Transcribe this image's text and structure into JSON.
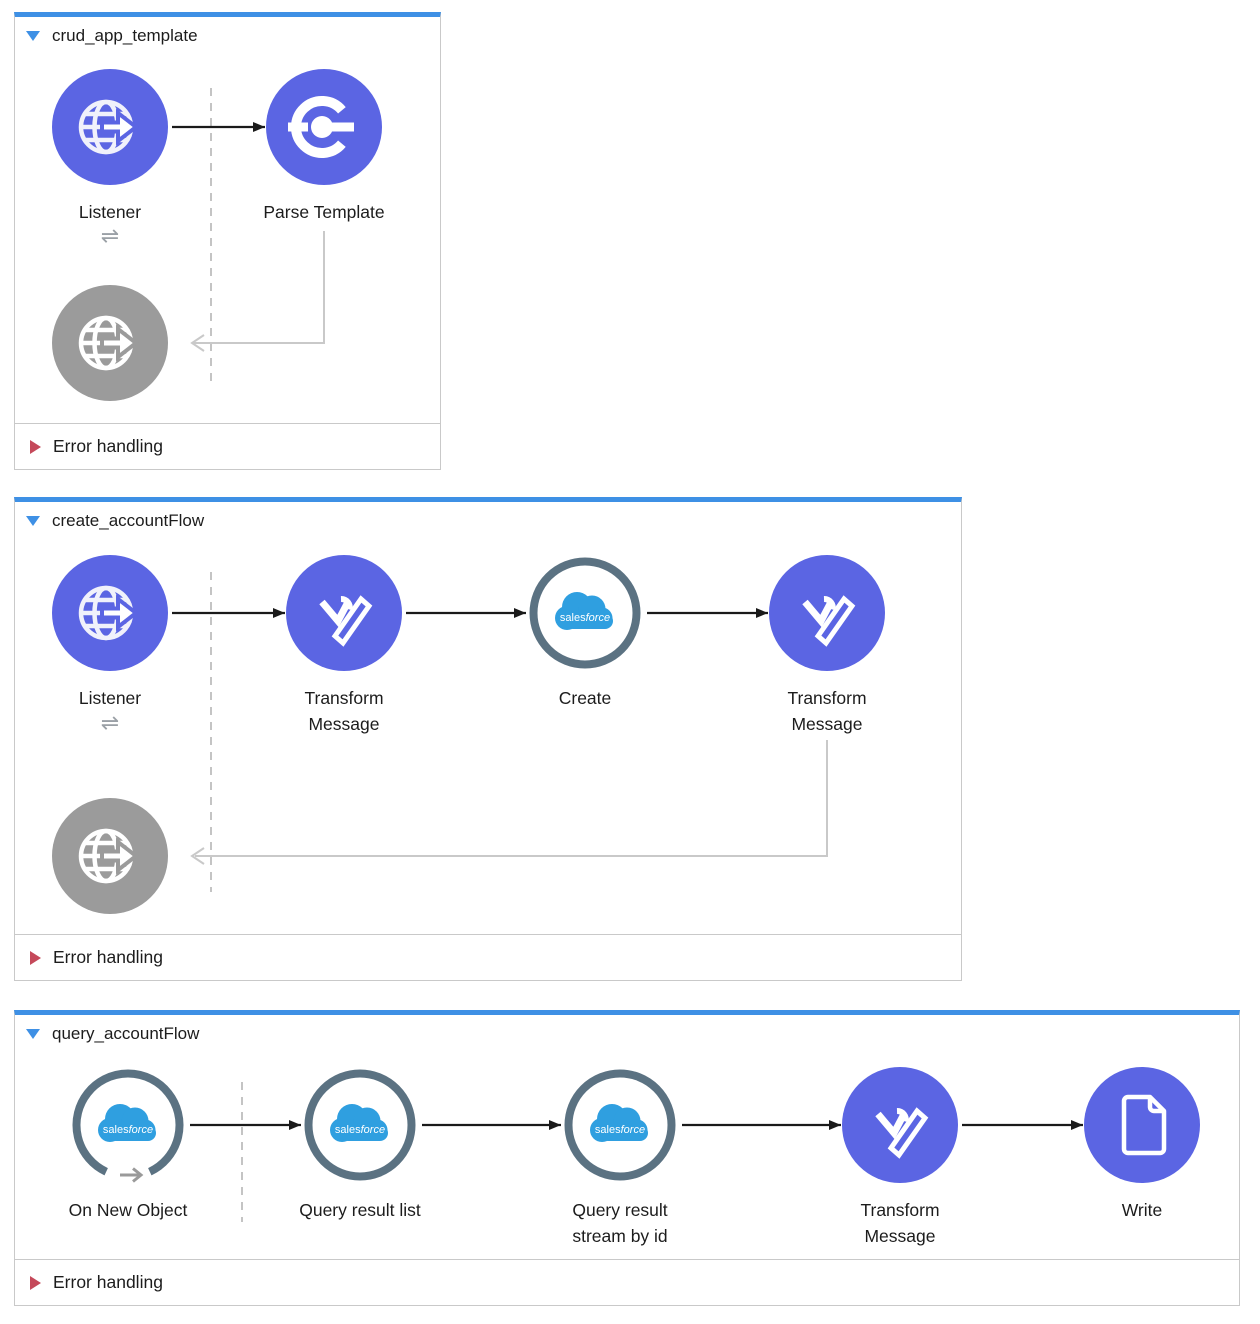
{
  "colors": {
    "accent": "#3e90e5",
    "purple": "#5b65e3",
    "gray-node": "#9b9b9b",
    "ring": "#5b7282",
    "sf-blue": "#2f9fe0",
    "error-red": "#c5495a",
    "border": "#c9c9c9",
    "connector": "#c9c9c9",
    "dash": "#c4c4c4",
    "arrow": "#1a1a1a",
    "text": "#1c1c1c",
    "badge-glyph": "#9aa0a6"
  },
  "glyphs": {
    "exchange": "⇌"
  },
  "icons": {
    "salesforce_wordmark_regular": "sales",
    "salesforce_wordmark_italic": "force"
  },
  "flows": [
    {
      "title": "crud_app_template",
      "error_label": "Error handling",
      "nodes": [
        {
          "label": "Listener",
          "type": "http-listener"
        },
        {
          "label": "Parse Template",
          "type": "parse-template"
        },
        {
          "label": "",
          "type": "http-response"
        }
      ]
    },
    {
      "title": "create_accountFlow",
      "error_label": "Error handling",
      "nodes": [
        {
          "label": "Listener",
          "type": "http-listener"
        },
        {
          "label": "Transform\nMessage",
          "type": "dataweave-transform"
        },
        {
          "label": "Create",
          "type": "salesforce-create"
        },
        {
          "label": "Transform\nMessage",
          "type": "dataweave-transform"
        },
        {
          "label": "",
          "type": "http-response"
        }
      ]
    },
    {
      "title": "query_accountFlow",
      "error_label": "Error handling",
      "nodes": [
        {
          "label": "On New Object",
          "type": "salesforce-source"
        },
        {
          "label": "Query result list",
          "type": "salesforce-query"
        },
        {
          "label": "Query result\nstream by id",
          "type": "salesforce-query"
        },
        {
          "label": "Transform\nMessage",
          "type": "dataweave-transform"
        },
        {
          "label": "Write",
          "type": "file-write"
        }
      ]
    }
  ]
}
